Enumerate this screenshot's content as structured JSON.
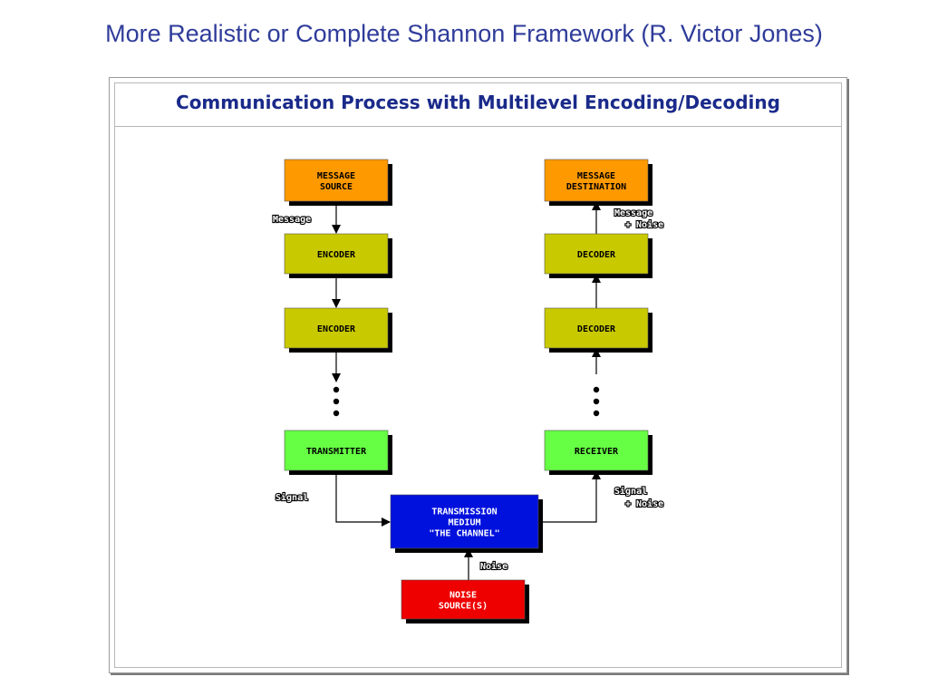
{
  "slide": {
    "title": "More Realistic or Complete Shannon Framework (R. Victor Jones)"
  },
  "diagram": {
    "heading": "Communication Process with Multilevel Encoding/Decoding",
    "colors": {
      "source": "#ff9900",
      "coder": "#c9c900",
      "endpoint": "#66ff44",
      "channel": "#0011dd",
      "noise": "#ee0000",
      "shadow": "#000000"
    },
    "boxes": {
      "message_source": [
        "MESSAGE",
        "SOURCE"
      ],
      "encoder_1": [
        "ENCODER"
      ],
      "encoder_2": [
        "ENCODER"
      ],
      "transmitter": [
        "TRANSMITTER"
      ],
      "message_destination": [
        "MESSAGE",
        "DESTINATION"
      ],
      "decoder_1": [
        "DECODER"
      ],
      "decoder_2": [
        "DECODER"
      ],
      "receiver": [
        "RECEIVER"
      ],
      "channel": [
        "TRANSMISSION",
        "MEDIUM",
        "\"THE CHANNEL\""
      ],
      "noise_source": [
        "NOISE",
        "SOURCE(S)"
      ]
    },
    "labels": {
      "message": "Message",
      "message_noise": [
        "Message",
        "+ Noise"
      ],
      "signal": "Signal",
      "signal_noise": [
        "Signal",
        "+ Noise"
      ],
      "noise": "Noise"
    }
  }
}
